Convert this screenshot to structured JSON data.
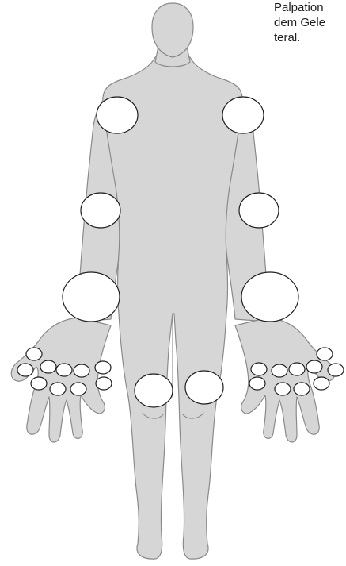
{
  "caption": {
    "lines": [
      "Palpation",
      "dem Gele",
      "teral."
    ]
  },
  "colors": {
    "body_fill": "#d6d6d6",
    "body_outline": "#8a8a8a",
    "joint_fill": "#ffffff",
    "joint_outline": "#1d1d1b",
    "text": "#1d1d1b"
  },
  "joints": [
    {
      "name": "joint-shoulder-right"
    },
    {
      "name": "joint-shoulder-left"
    },
    {
      "name": "joint-elbow-right"
    },
    {
      "name": "joint-elbow-left"
    },
    {
      "name": "joint-wrist-right"
    },
    {
      "name": "joint-wrist-left"
    },
    {
      "name": "joint-knee-right"
    },
    {
      "name": "joint-knee-left"
    },
    {
      "name": "joint-hand-right-thumb-ip"
    },
    {
      "name": "joint-hand-right-thumb-mcp"
    },
    {
      "name": "joint-hand-right-mcp-2"
    },
    {
      "name": "joint-hand-right-mcp-3"
    },
    {
      "name": "joint-hand-right-mcp-4"
    },
    {
      "name": "joint-hand-right-mcp-5"
    },
    {
      "name": "joint-hand-right-pip-2"
    },
    {
      "name": "joint-hand-right-pip-3"
    },
    {
      "name": "joint-hand-right-pip-4"
    },
    {
      "name": "joint-hand-right-pip-5"
    },
    {
      "name": "joint-hand-left-thumb-ip"
    },
    {
      "name": "joint-hand-left-thumb-mcp"
    },
    {
      "name": "joint-hand-left-mcp-2"
    },
    {
      "name": "joint-hand-left-mcp-3"
    },
    {
      "name": "joint-hand-left-mcp-4"
    },
    {
      "name": "joint-hand-left-mcp-5"
    },
    {
      "name": "joint-hand-left-pip-2"
    },
    {
      "name": "joint-hand-left-pip-3"
    },
    {
      "name": "joint-hand-left-pip-4"
    },
    {
      "name": "joint-hand-left-pip-5"
    }
  ]
}
